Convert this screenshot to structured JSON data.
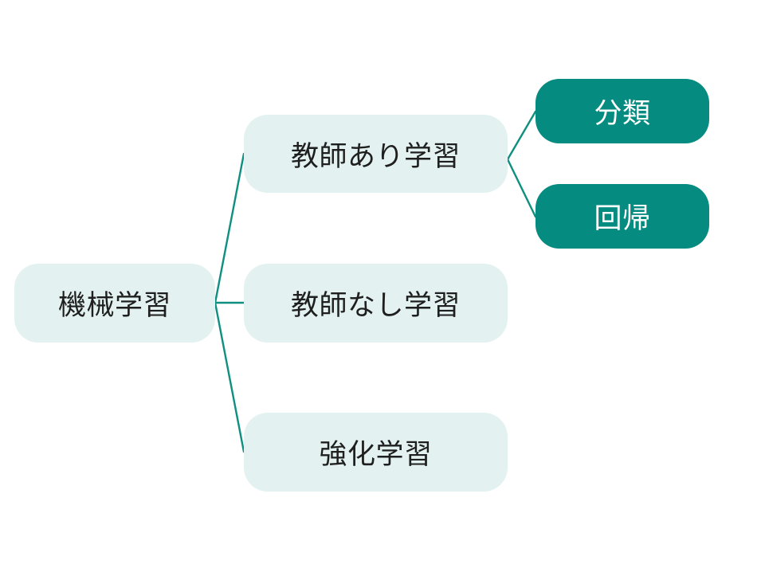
{
  "diagram": {
    "root": {
      "label": "機械学習"
    },
    "branches": [
      {
        "label": "教師あり学習",
        "children": [
          {
            "label": "分類"
          },
          {
            "label": "回帰"
          }
        ]
      },
      {
        "label": "教師なし学習",
        "children": []
      },
      {
        "label": "強化学習",
        "children": []
      }
    ]
  },
  "colors": {
    "light_node_fill": "#e3f2f1",
    "dark_node_fill": "#058b80",
    "connector": "#0f8f80",
    "light_node_text": "#1f1f1f",
    "dark_node_text": "#ffffff"
  }
}
